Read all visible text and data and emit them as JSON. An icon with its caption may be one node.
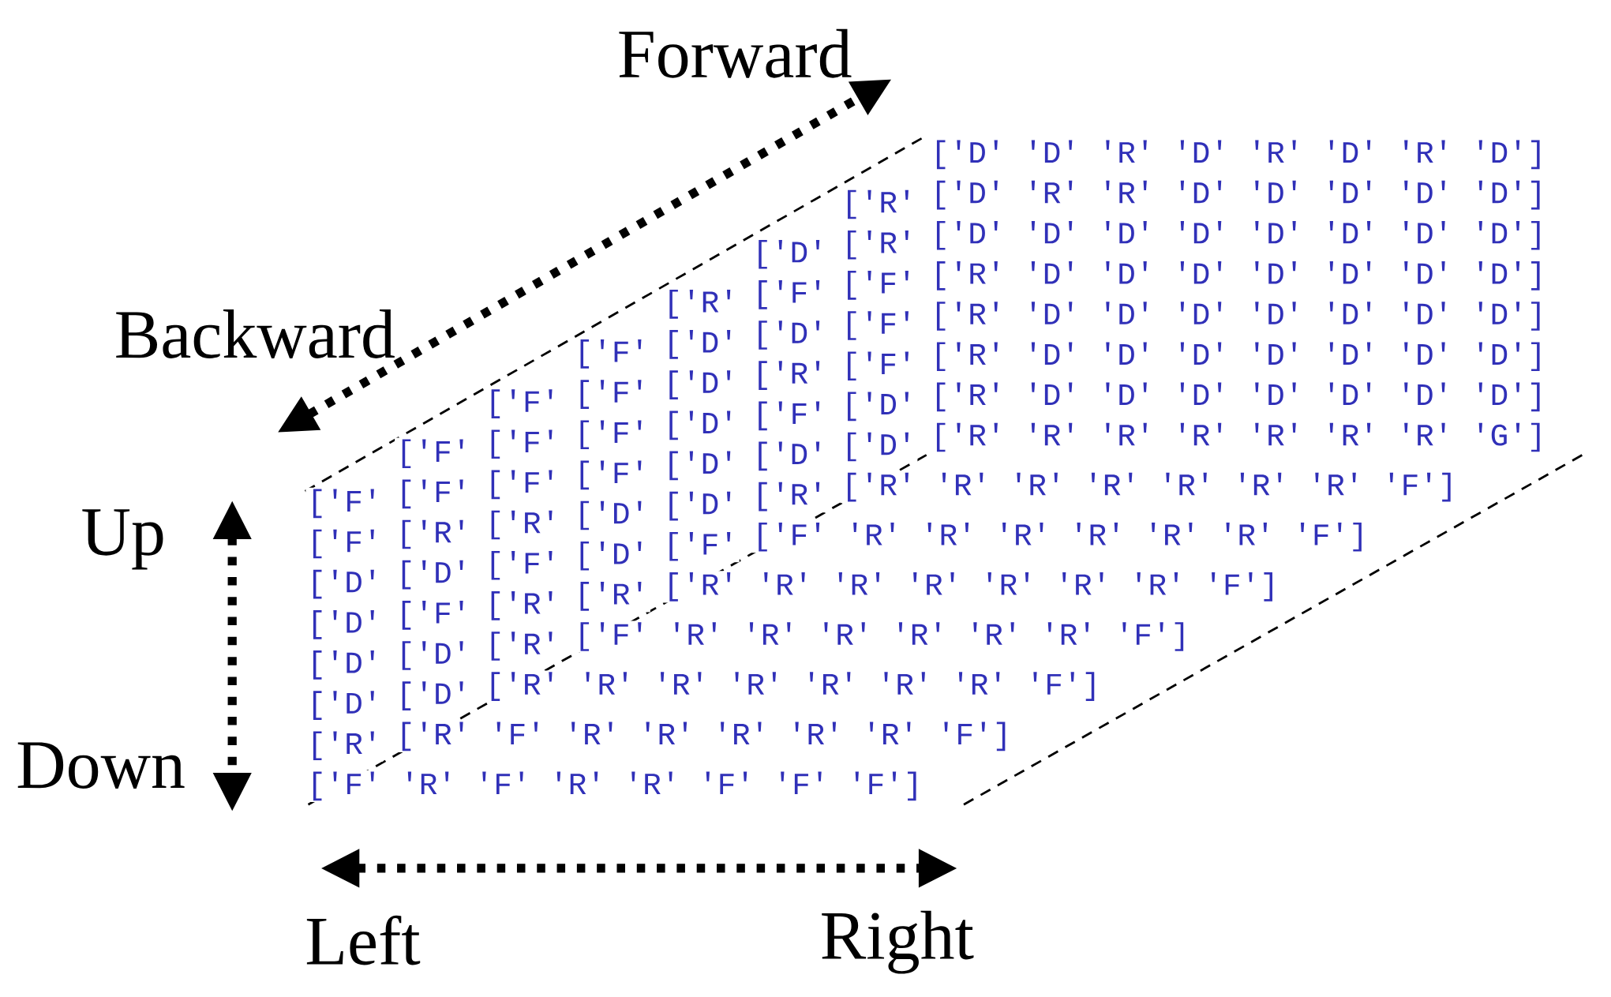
{
  "diagram": {
    "labels": [
      "Forward",
      "Backward",
      "Up",
      "Down",
      "Left",
      "Right",
      "['F'",
      "['F'",
      "['D'",
      "['D'",
      "['D'",
      "['D'",
      "['R'",
      "['F' 'R' 'F' 'R' 'R' 'F' 'F' 'F']",
      "['F'",
      "['F'",
      "['R'",
      "['D'",
      "['F'",
      "['D'",
      "['D'",
      "['R' 'F' 'R' 'R' 'R' 'R' 'R' 'F']",
      "['F'",
      "['F'",
      "['F'",
      "['R'",
      "['F'",
      "['R'",
      "['R'",
      "['R' 'R' 'R' 'R' 'R' 'R' 'R' 'F']",
      "['F'",
      "['F'",
      "['F'",
      "['F'",
      "['D'",
      "['D'",
      "['R'",
      "['F' 'R' 'R' 'R' 'R' 'R' 'R' 'F']",
      "['R'",
      "['D'",
      "['D'",
      "['D'",
      "['D'",
      "['D'",
      "['F'",
      "['R' 'R' 'R' 'R' 'R' 'R' 'R' 'F']",
      "['D'",
      "['F'",
      "['D'",
      "['R'",
      "['F'",
      "['D'",
      "['R'",
      "['F' 'R' 'R' 'R' 'R' 'R' 'R' 'F']",
      "['R'",
      "['R'",
      "['F'",
      "['F'",
      "['F'",
      "['D'",
      "['D'",
      "['R' 'R' 'R' 'R' 'R' 'R' 'R' 'F']",
      "['D' 'D' 'R' 'D' 'R' 'D' 'R' 'D']",
      "['D' 'R' 'R' 'D' 'D' 'D' 'D' 'D']",
      "['D' 'D' 'D' 'D' 'D' 'D' 'D' 'D']",
      "['R' 'D' 'D' 'D' 'D' 'D' 'D' 'D']",
      "['R' 'D' 'D' 'D' 'D' 'D' 'D' 'D']",
      "['R' 'D' 'D' 'D' 'D' 'D' 'D' 'D']",
      "['R' 'D' 'D' 'D' 'D' 'D' 'D' 'D']",
      "['R' 'R' 'R' 'R' 'R' 'R' 'R' 'G']"
    ]
  }
}
